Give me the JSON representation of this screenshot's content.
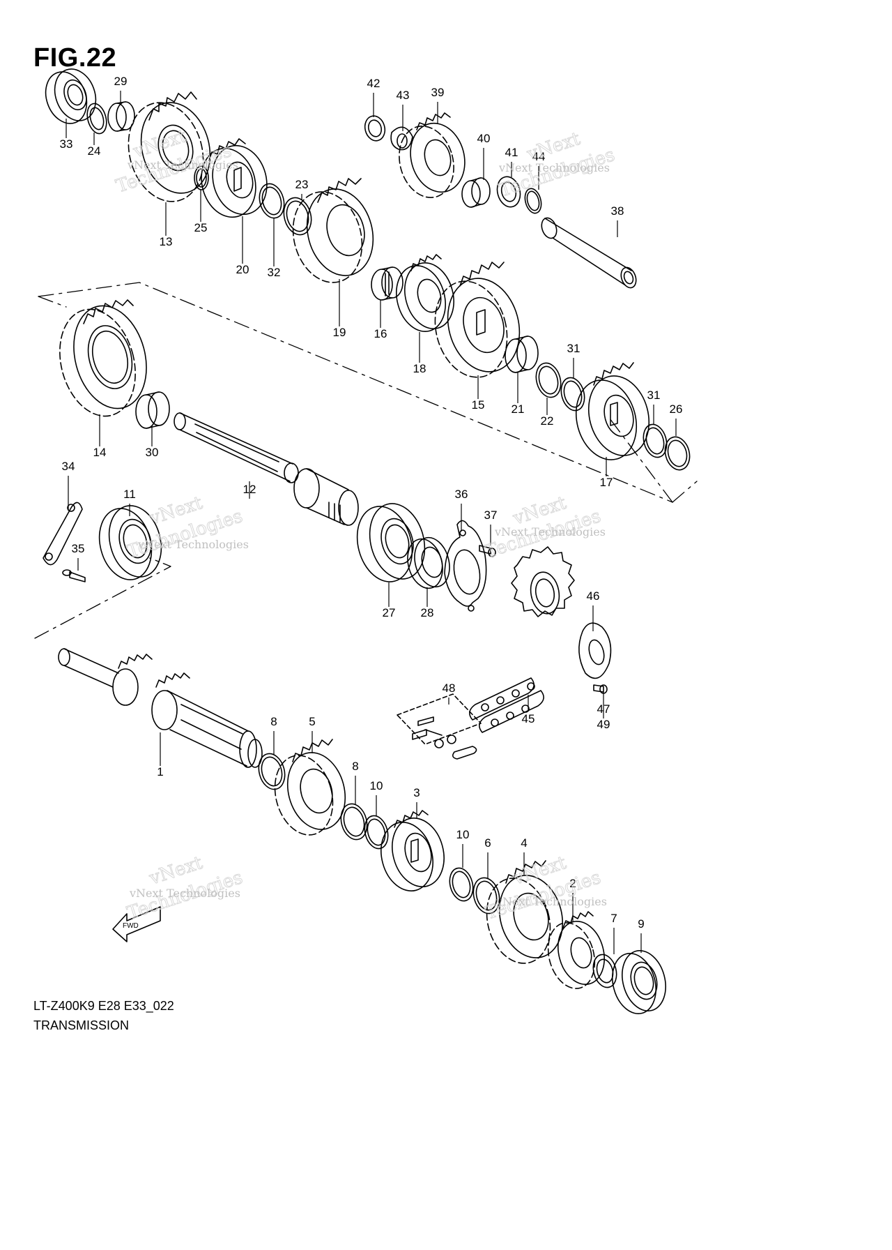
{
  "figure": {
    "title": "FIG.22",
    "model_code": "LT-Z400K9 E28 E33_022",
    "section_name": "TRANSMISSION"
  },
  "fwd_label": "FWD",
  "watermark": {
    "small": "vNext Technologies",
    "large_top": "vNext",
    "large_bottom": "Technologies"
  },
  "callouts": [
    "1",
    "2",
    "3",
    "4",
    "5",
    "6",
    "7",
    "8",
    "8",
    "9",
    "10",
    "10",
    "11",
    "12",
    "13",
    "14",
    "15",
    "16",
    "17",
    "18",
    "19",
    "20",
    "21",
    "22",
    "23",
    "24",
    "25",
    "26",
    "27",
    "28",
    "29",
    "30",
    "31",
    "31",
    "32",
    "33",
    "34",
    "35",
    "36",
    "37",
    "38",
    "39",
    "40",
    "41",
    "42",
    "43",
    "44",
    "45",
    "46",
    "47",
    "48",
    "49"
  ],
  "colors": {
    "line": "#000000",
    "watermark": "#b9b9b9",
    "background": "#ffffff"
  }
}
